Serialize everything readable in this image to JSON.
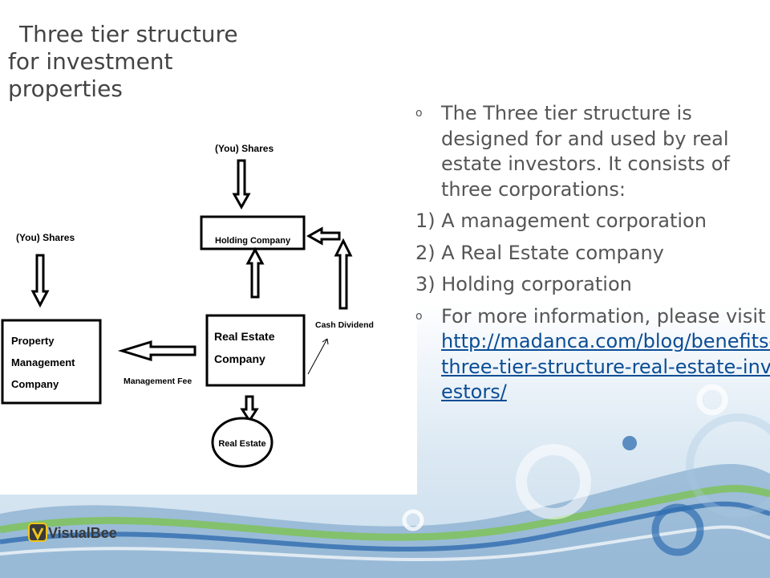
{
  "title": {
    "line1": "Three tier structure",
    "line2": "for investment",
    "line3": "properties"
  },
  "diagram": {
    "labels": {
      "shares_top": "(You) Shares",
      "shares_left": "(You) Shares",
      "holding": "Holding Company",
      "real_estate_company_1": "Real Estate",
      "real_estate_company_2": "Company",
      "pm_1": "Property",
      "pm_2": "Management",
      "pm_3": "Company",
      "real_estate": "Real Estate",
      "cash_dividend": "Cash Dividend",
      "management_fee": "Management Fee"
    }
  },
  "content": {
    "intro": "The Three tier structure is designed for and used by real estate investors.  It consists of three corporations:",
    "items": [
      "1) A management corporation",
      "2) A Real Estate company",
      "3) Holding corporation"
    ],
    "more_text": "For more information, please visit",
    "link": "http://madanca.com/blog/benefits-three-tier-structure-real-estate-investors/"
  },
  "logo": {
    "text": "VisualBee"
  },
  "colors": {
    "title": "#444444",
    "body": "#555555",
    "link": "#0b4d95",
    "accent": "#f0c419"
  }
}
